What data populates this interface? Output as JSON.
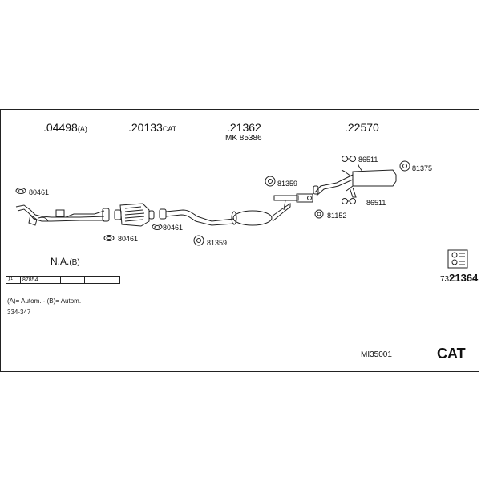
{
  "parts": [
    {
      "number": ".04498",
      "suffix": "(A)"
    },
    {
      "number": ".20133",
      "suffix": "CAT"
    },
    {
      "number": ".21362",
      "suffix": ""
    },
    {
      "number": ".22570",
      "suffix": ""
    }
  ],
  "mk": "MK  85386",
  "labels": {
    "l80461a": "80461",
    "l80461b": "80461",
    "l80461c": "80461",
    "l81359a": "81359",
    "l81359b": "81359",
    "l81152": "81152",
    "l86511a": "86511",
    "l86511b": "86511",
    "l81375": "81375"
  },
  "na": {
    "text": "N.A.",
    "suffix": "(B)"
  },
  "code_strip": {
    "lambda": "λ¹",
    "code": "87854"
  },
  "reference": {
    "prefix": "73",
    "number": "21364"
  },
  "notes": {
    "line1_a": "(A)= ",
    "line1_struck": "Autom.",
    "line1_b": " - (B)= Autom.",
    "line2": "334-347"
  },
  "model_code": "MI35001",
  "cat": "CAT"
}
